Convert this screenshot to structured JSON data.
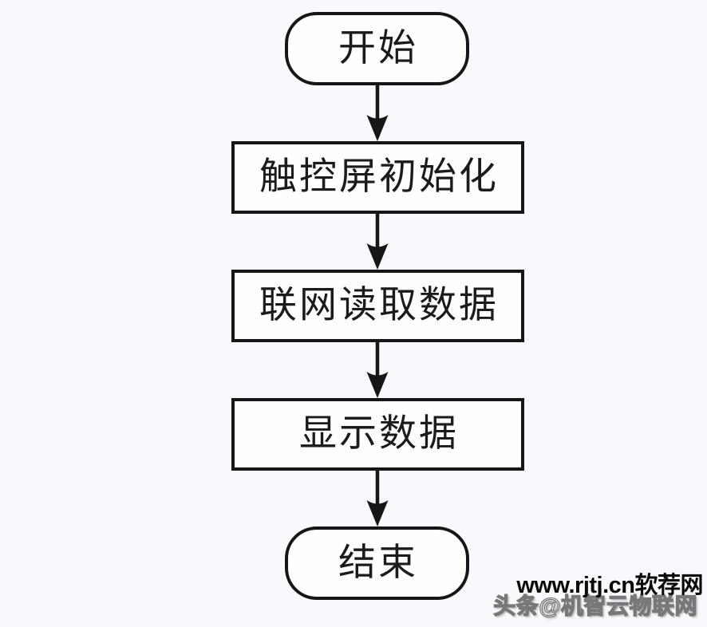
{
  "flowchart": {
    "title": "touchscreen-data-display-flow",
    "nodes": [
      {
        "id": "start",
        "type": "terminator",
        "label": "开始"
      },
      {
        "id": "init-touchscreen",
        "type": "process",
        "label": "触控屏初始化"
      },
      {
        "id": "network-read",
        "type": "process",
        "label": "联网读取数据"
      },
      {
        "id": "display-data",
        "type": "process",
        "label": "显示数据"
      },
      {
        "id": "end",
        "type": "terminator",
        "label": "结束"
      }
    ],
    "connections": [
      {
        "from": "start",
        "to": "init-touchscreen",
        "style": "arrow-down"
      },
      {
        "from": "init-touchscreen",
        "to": "network-read",
        "style": "arrow-down"
      },
      {
        "from": "network-read",
        "to": "display-data",
        "style": "arrow-down"
      },
      {
        "from": "display-data",
        "to": "end",
        "style": "arrow-down"
      }
    ]
  },
  "watermark": {
    "site": "www.rjtj.cn软荐网",
    "credit": "头条@机智云物联网"
  },
  "colors": {
    "background": "#f8f9fc",
    "node_fill": "#fffeff",
    "node_stroke": "#161616",
    "node_text": "#1b1b1b",
    "watermark_site_text": "#0a0a0a",
    "watermark_credit_fill": "#ffffff",
    "watermark_credit_outline": "#787878"
  }
}
